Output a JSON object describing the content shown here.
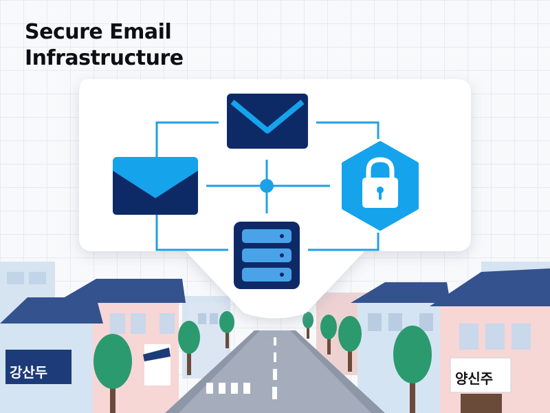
{
  "heading": {
    "line1": "Secure Email",
    "line2": "Infrastructure"
  },
  "street_signs": {
    "left": "강산두",
    "right": "양신주"
  },
  "icons": [
    "email-envelope-icon",
    "email-envelope-icon",
    "padlock-icon",
    "server-icon",
    "network-hub-icon"
  ],
  "colors": {
    "navy": "#0e2a66",
    "accent_blue": "#15a3ec",
    "line_blue": "#1ea0e6",
    "house_pink": "#f7d6d6",
    "house_blue": "#d5e4f2",
    "roof_navy": "#34528e",
    "tree_green": "#2b9a6f",
    "road_gray": "#8e97a8"
  }
}
